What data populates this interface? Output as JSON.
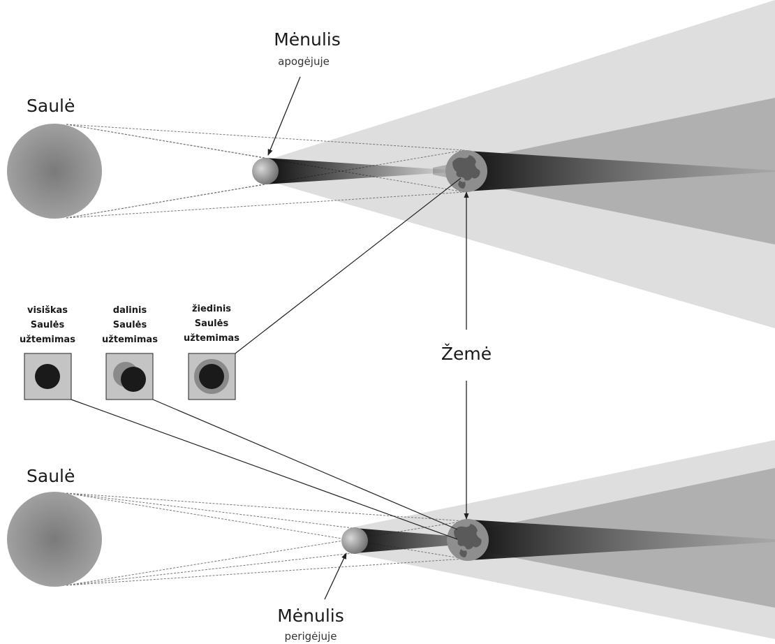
{
  "labels": {
    "sun_top": "Saulė",
    "sun_bottom": "Saulė",
    "moon_top": "Mėnulis",
    "moon_top_sub": "apogėjuje",
    "moon_bottom": "Mėnulis",
    "moon_bottom_sub": "perigėjuje",
    "earth": "Žemė"
  },
  "eclipse_types": [
    {
      "line1": "visiškas",
      "line2": "Saulės",
      "line3": "užtemimas"
    },
    {
      "line1": "dalinis",
      "line2": "Saulės",
      "line3": "užtemimas"
    },
    {
      "line1": "žiedinis",
      "line2": "Saulės",
      "line3": "užtemimas"
    }
  ],
  "colors": {
    "sun": "#8c8c8c",
    "penumbra_outer": "#e0e0e0",
    "penumbra_inner": "#b4b4b4",
    "umbra": "#1e1e1e",
    "earth": "#8a8a8a",
    "line": "#222222"
  }
}
